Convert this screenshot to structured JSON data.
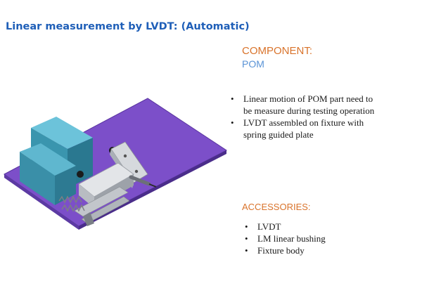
{
  "title": "Linear measurement by LVDT: (Automatic)",
  "component": {
    "heading": "COMPONENT:",
    "value": "POM"
  },
  "notes": [
    "Linear motion of POM part need to",
    "be measure during testing operation",
    "LVDT assembled on fixture with",
    "spring guided plate"
  ],
  "accessories": {
    "heading": "ACCESSORIES:",
    "items": [
      "LVDT",
      "LM linear bushing",
      "Fixture body"
    ]
  },
  "colors": {
    "title": "#1f5fb8",
    "heading_orange": "#d9732b",
    "component_value": "#5a93d6",
    "base_plate": "#7c4fc9",
    "blocks": "#3f9ab3",
    "metal": "#c9ccd1"
  }
}
